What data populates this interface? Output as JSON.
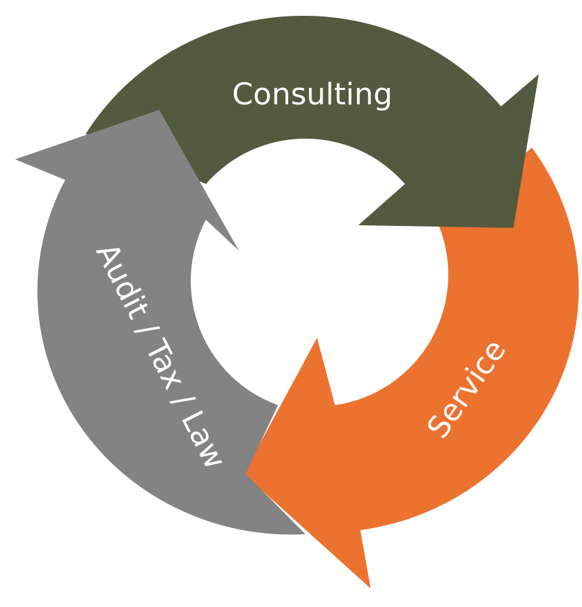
{
  "diagram": {
    "type": "cycle",
    "segments": [
      {
        "label": "Consulting",
        "color": "#525a3f"
      },
      {
        "label": "Service",
        "color": "#ec722f"
      },
      {
        "label": "Audit / Tax / Law",
        "color": "#838383"
      }
    ]
  }
}
